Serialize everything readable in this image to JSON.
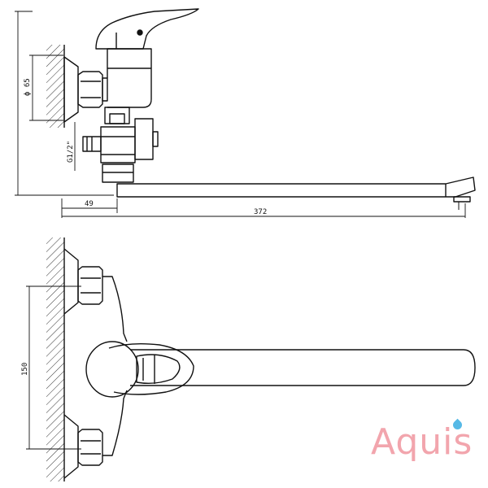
{
  "dimensions": {
    "nut_diameter": "ф 65",
    "thread": "G1/2\"",
    "wall_offset": "49",
    "spout_length": "372",
    "center_distance": "150"
  },
  "brand": {
    "name": "Aquis",
    "color": "#f2a5ad",
    "drop_color": "#56b9e6"
  }
}
